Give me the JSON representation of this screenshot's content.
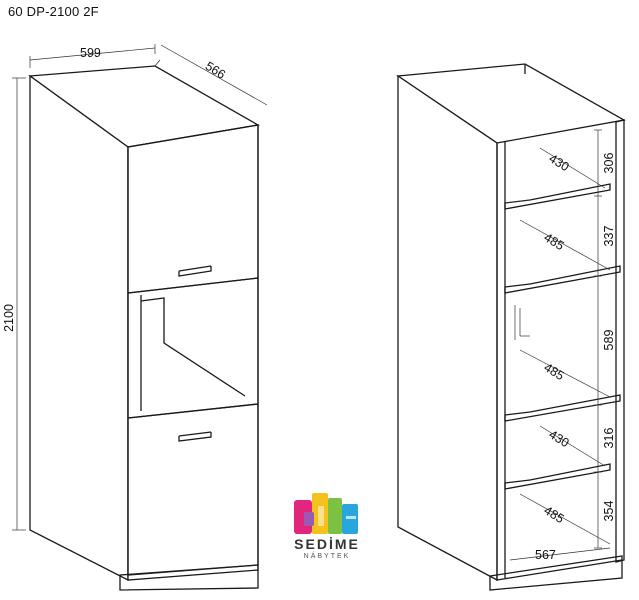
{
  "title": "60 DP-2100 2F",
  "front_view": {
    "width": "599",
    "depth": "566",
    "height": "2100"
  },
  "interior_view": {
    "shelf_depths": [
      "430",
      "485",
      "485",
      "430",
      "485",
      "567"
    ],
    "heights": [
      "306",
      "337",
      "589",
      "316",
      "354"
    ]
  },
  "brand": {
    "name": "SEDİME",
    "sub": "NÁBYTEK",
    "colors": [
      "#e2267d",
      "#f4c21b",
      "#7cc142",
      "#2aa6df",
      "#9b59b6"
    ]
  }
}
